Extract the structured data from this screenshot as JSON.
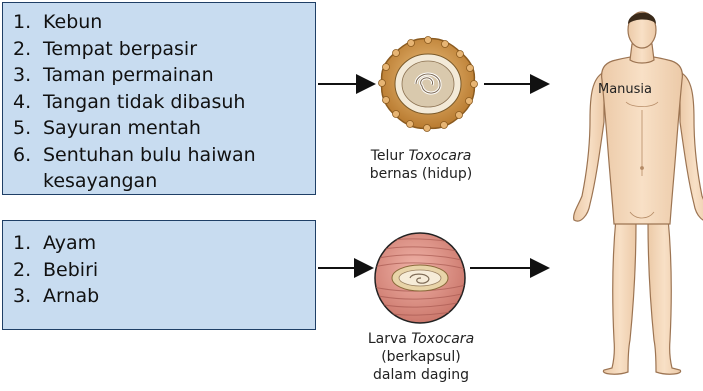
{
  "source_list": {
    "items": [
      {
        "num": "1.",
        "text": "Kebun"
      },
      {
        "num": "2.",
        "text": "Tempat berpasir"
      },
      {
        "num": "3.",
        "text": "Taman permainan"
      },
      {
        "num": "4.",
        "text": "Tangan tidak dibasuh"
      },
      {
        "num": "5.",
        "text": "Sayuran mentah"
      },
      {
        "num": "6.",
        "text": "Sentuhan bulu haiwan"
      },
      {
        "num": "",
        "text": "kesayangan"
      }
    ]
  },
  "host_list": {
    "items": [
      {
        "num": "1.",
        "text": "Ayam"
      },
      {
        "num": "2.",
        "text": "Bebiri"
      },
      {
        "num": "3.",
        "text": "Arnab"
      }
    ]
  },
  "egg": {
    "caption_prefix": "Telur ",
    "caption_italic": "Toxocara",
    "caption_line2": "bernas (hidup)"
  },
  "larva": {
    "caption_prefix": "Larva ",
    "caption_italic": "Toxocara",
    "caption_line2": "(berkapsul)",
    "caption_line3": "dalam daging"
  },
  "human": {
    "label": "Manusia"
  },
  "colors": {
    "box_fill": "#c8dcf0",
    "box_border": "#1f3f66",
    "skin": "#f6dcc0",
    "egg_shell": "#c48a3c",
    "muscle": "#d98a80"
  }
}
